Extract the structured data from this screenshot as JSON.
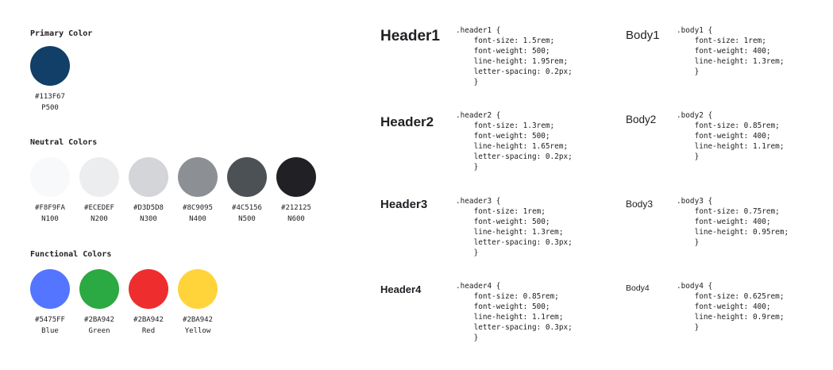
{
  "primary": {
    "title": "Primary Color",
    "swatches": [
      {
        "hex": "#113F67",
        "name": "P500",
        "color": "#113F67"
      }
    ]
  },
  "neutral": {
    "title": "Neutral Colors",
    "swatches": [
      {
        "hex": "#F8F9FA",
        "name": "N100",
        "color": "#F8F9FA"
      },
      {
        "hex": "#ECEDEF",
        "name": "N200",
        "color": "#ECEDEF"
      },
      {
        "hex": "#D3D5D8",
        "name": "N300",
        "color": "#D3D5D8"
      },
      {
        "hex": "#8C9095",
        "name": "N400",
        "color": "#8C9095"
      },
      {
        "hex": "#4C5156",
        "name": "N500",
        "color": "#4C5156"
      },
      {
        "hex": "#212125",
        "name": "N600",
        "color": "#212125"
      }
    ]
  },
  "functional": {
    "title": "Functional Colors",
    "swatches": [
      {
        "hex": "#5475FF",
        "name": "Blue",
        "color": "#5475FF"
      },
      {
        "hex": "#2BA942",
        "name": "Green",
        "color": "#2BA942"
      },
      {
        "hex": "#2BA942",
        "name": "Red",
        "color": "#EE2D2F"
      },
      {
        "hex": "#2BA942",
        "name": "Yellow",
        "color": "#FFD43B"
      }
    ]
  },
  "headers": [
    {
      "label": "Header1",
      "code": ".header1 {\n    font-size: 1.5rem;\n    font-weight: 500;\n    line-height: 1.95rem;\n    letter-spacing: 0.2px;\n    }"
    },
    {
      "label": "Header2",
      "code": ".header2 {\n    font-size: 1.3rem;\n    font-weight: 500;\n    line-height: 1.65rem;\n    letter-spacing: 0.2px;\n    }"
    },
    {
      "label": "Header3",
      "code": ".header3 {\n    font-size: 1rem;\n    font-weight: 500;\n    line-height: 1.3rem;\n    letter-spacing: 0.3px;\n    }"
    },
    {
      "label": "Header4",
      "code": ".header4 {\n    font-size: 0.85rem;\n    font-weight: 500;\n    line-height: 1.1rem;\n    letter-spacing: 0.3px;\n    }"
    }
  ],
  "bodies": [
    {
      "label": "Body1",
      "code": ".body1 {\n    font-size: 1rem;\n    font-weight: 400;\n    line-height: 1.3rem;\n    }"
    },
    {
      "label": "Body2",
      "code": ".body2 {\n    font-size: 0.85rem;\n    font-weight: 400;\n    line-height: 1.1rem;\n    }"
    },
    {
      "label": "Body3",
      "code": ".body3 {\n    font-size: 0.75rem;\n    font-weight: 400;\n    line-height: 0.95rem;\n    }"
    },
    {
      "label": "Body4",
      "code": ".body4 {\n    font-size: 0.625rem;\n    font-weight: 400;\n    line-height: 0.9rem;\n    }"
    }
  ]
}
